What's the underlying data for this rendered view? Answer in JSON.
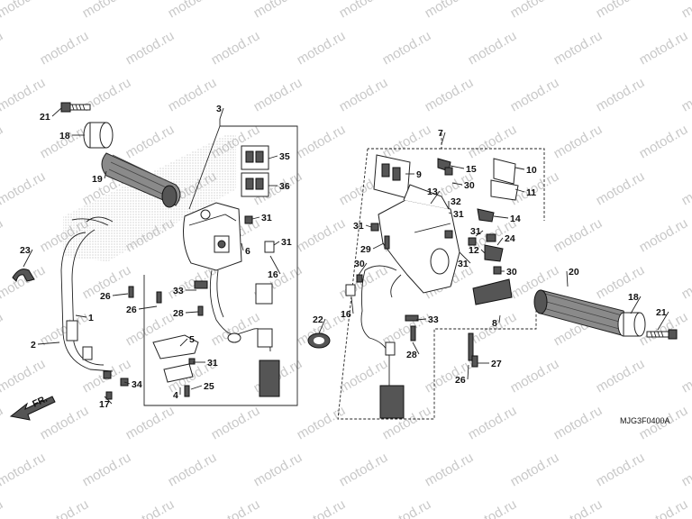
{
  "watermark_text": "motod.ru",
  "drawing_code": "MJG3F0400A",
  "front_indicator": "FR.",
  "callouts": [
    {
      "id": "c1",
      "label": "1"
    },
    {
      "id": "c2",
      "label": "2"
    },
    {
      "id": "c3",
      "label": "3"
    },
    {
      "id": "c4",
      "label": "4"
    },
    {
      "id": "c5",
      "label": "5"
    },
    {
      "id": "c6",
      "label": "6"
    },
    {
      "id": "c7",
      "label": "7"
    },
    {
      "id": "c8",
      "label": "8"
    },
    {
      "id": "c9",
      "label": "9"
    },
    {
      "id": "c10",
      "label": "10"
    },
    {
      "id": "c11",
      "label": "11"
    },
    {
      "id": "c12",
      "label": "12"
    },
    {
      "id": "c13",
      "label": "13"
    },
    {
      "id": "c14",
      "label": "14"
    },
    {
      "id": "c15",
      "label": "15"
    },
    {
      "id": "c16a",
      "label": "16"
    },
    {
      "id": "c16b",
      "label": "16"
    },
    {
      "id": "c17",
      "label": "17"
    },
    {
      "id": "c18a",
      "label": "18"
    },
    {
      "id": "c18b",
      "label": "18"
    },
    {
      "id": "c19",
      "label": "19"
    },
    {
      "id": "c20",
      "label": "20"
    },
    {
      "id": "c21a",
      "label": "21"
    },
    {
      "id": "c21b",
      "label": "21"
    },
    {
      "id": "c22",
      "label": "22"
    },
    {
      "id": "c23",
      "label": "23"
    },
    {
      "id": "c24",
      "label": "24"
    },
    {
      "id": "c25",
      "label": "25"
    },
    {
      "id": "c26a",
      "label": "26"
    },
    {
      "id": "c26b",
      "label": "26"
    },
    {
      "id": "c26c",
      "label": "26"
    },
    {
      "id": "c27",
      "label": "27"
    },
    {
      "id": "c28a",
      "label": "28"
    },
    {
      "id": "c28b",
      "label": "28"
    },
    {
      "id": "c29",
      "label": "29"
    },
    {
      "id": "c30a",
      "label": "30"
    },
    {
      "id": "c30b",
      "label": "30"
    },
    {
      "id": "c30c",
      "label": "30"
    },
    {
      "id": "c31a",
      "label": "31"
    },
    {
      "id": "c31b",
      "label": "31"
    },
    {
      "id": "c31c",
      "label": "31"
    },
    {
      "id": "c31d",
      "label": "31"
    },
    {
      "id": "c31e",
      "label": "31"
    },
    {
      "id": "c31f",
      "label": "31"
    },
    {
      "id": "c31g",
      "label": "31"
    },
    {
      "id": "c32",
      "label": "32"
    },
    {
      "id": "c33a",
      "label": "33"
    },
    {
      "id": "c33b",
      "label": "33"
    },
    {
      "id": "c34",
      "label": "34"
    },
    {
      "id": "c35",
      "label": "35"
    },
    {
      "id": "c36",
      "label": "36"
    }
  ]
}
